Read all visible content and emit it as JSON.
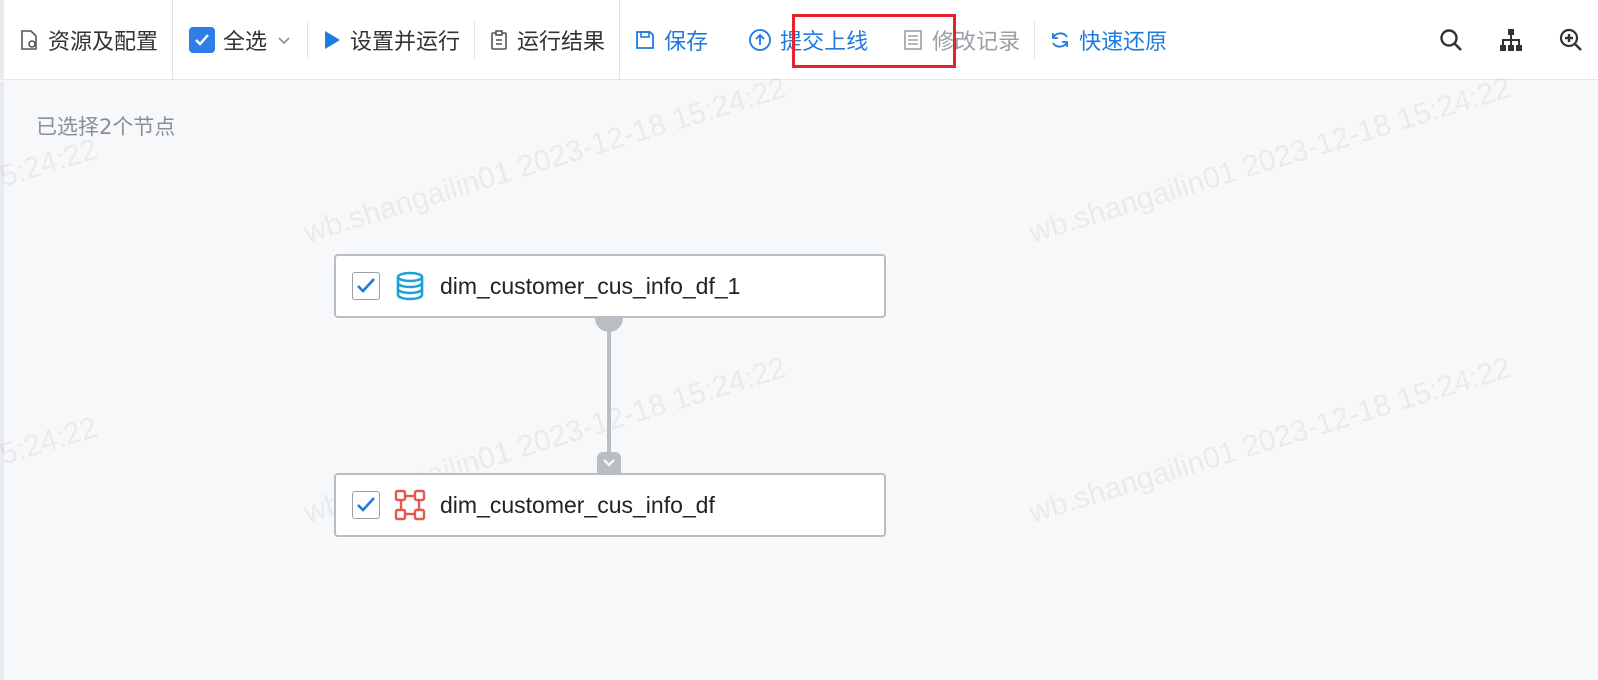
{
  "toolbar": {
    "resources_label": "资源及配置",
    "select_all_label": "全选",
    "set_and_run_label": "设置并运行",
    "run_results_label": "运行结果",
    "save_label": "保存",
    "submit_online_label": "提交上线",
    "change_log_label": "修改记录",
    "quick_restore_label": "快速还原"
  },
  "canvas": {
    "selection_info": "已选择2个节点",
    "watermark": "wb.shangailin01 2023-12-18 15:24:22",
    "watermark_partial": "5:24:22",
    "nodes": [
      {
        "label": "dim_customer_cus_info_df_1",
        "icon": "database-icon",
        "checked": true
      },
      {
        "label": "dim_customer_cus_info_df",
        "icon": "transform-node-icon",
        "checked": true
      }
    ]
  },
  "colors": {
    "accent": "#1f7ae0",
    "highlight": "#e8212b",
    "node_db_icon": "#1aa3d9",
    "node_transform_icon": "#e05a50",
    "connector": "#b8bdc6"
  }
}
